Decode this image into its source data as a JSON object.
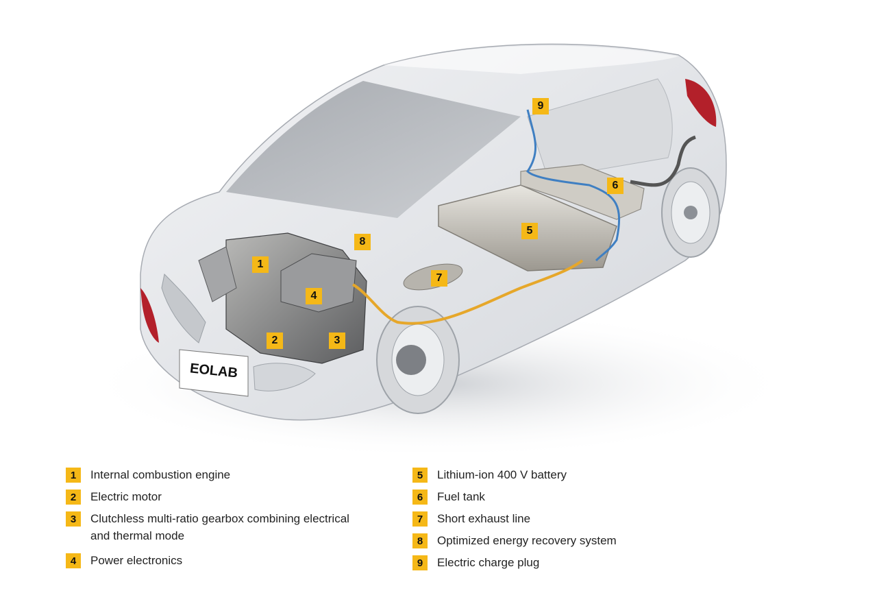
{
  "plate": "EOLAB",
  "colors": {
    "marker": "#f5b817",
    "orange_line": "#e6a72a",
    "blue_line": "#3f7fc2"
  },
  "markers": [
    "1",
    "2",
    "3",
    "4",
    "5",
    "6",
    "7",
    "8",
    "9"
  ],
  "legend": {
    "left": [
      {
        "num": "1",
        "text": "Internal combustion engine"
      },
      {
        "num": "2",
        "text": "Electric motor"
      },
      {
        "num": "3",
        "text": "Clutchless multi-ratio gearbox combining electrical and thermal mode"
      },
      {
        "num": "4",
        "text": "Power electronics"
      }
    ],
    "right": [
      {
        "num": "5",
        "text": "Lithium-ion 400 V battery"
      },
      {
        "num": "6",
        "text": "Fuel tank"
      },
      {
        "num": "7",
        "text": "Short exhaust line"
      },
      {
        "num": "8",
        "text": "Optimized energy recovery system"
      },
      {
        "num": "9",
        "text": "Electric charge plug"
      }
    ]
  }
}
